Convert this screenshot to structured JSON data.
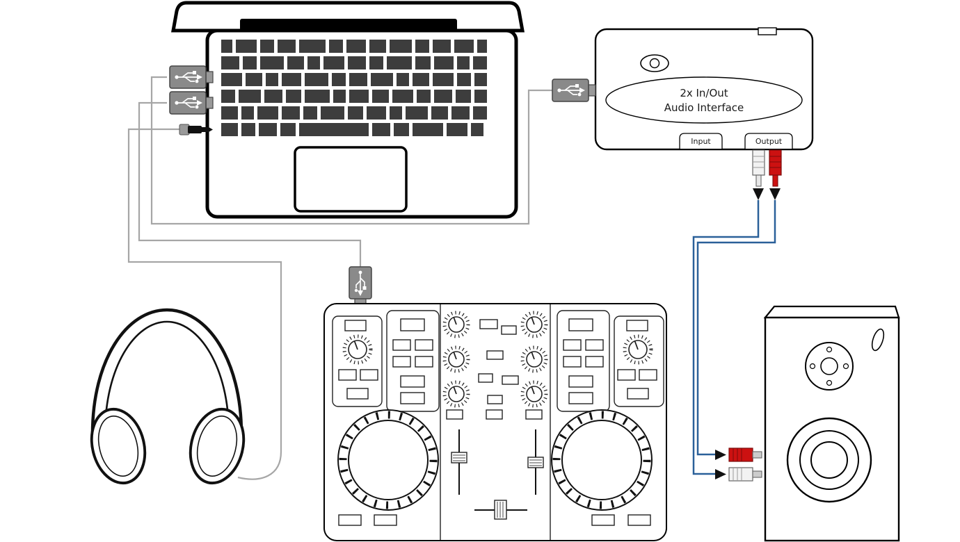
{
  "diagram": {
    "type": "hardware-setup-diagram",
    "audio_interface": {
      "line1": "2x In/Out",
      "line2": "Audio Interface",
      "input_label": "Input",
      "output_label": "Output"
    },
    "colors": {
      "cable_gray": "#a6a6a6",
      "cable_blue": "#2a6099",
      "rca_red": "#cc1111",
      "rca_red_dark": "#7a0c0c",
      "rca_white": "#f2f2f2",
      "key_fill": "#3d3d3d",
      "usb_shell": "#8a8a8a",
      "outline": "#000000"
    },
    "components": [
      {
        "name": "laptop",
        "icon": "laptop-icon"
      },
      {
        "name": "usb-cable-to-audio-interface",
        "icon": "usb-plug-icon"
      },
      {
        "name": "usb-cable-to-dj-controller",
        "icon": "usb-plug-icon"
      },
      {
        "name": "headphone-cable",
        "icon": "audio-jack-icon"
      },
      {
        "name": "audio-interface",
        "icon": "audio-interface-icon"
      },
      {
        "name": "dj-controller",
        "icon": "dj-controller-icon"
      },
      {
        "name": "headphones",
        "icon": "headphones-icon"
      },
      {
        "name": "studio-monitor",
        "icon": "speaker-icon"
      },
      {
        "name": "rca-cables",
        "icon": "rca-plug-icon"
      }
    ]
  }
}
